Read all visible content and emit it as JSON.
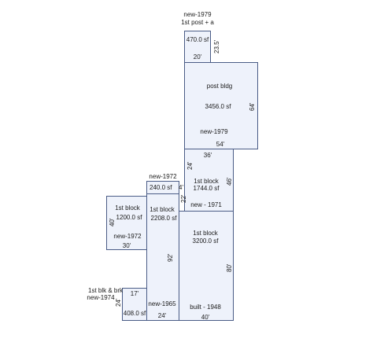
{
  "sketch": {
    "post_a": {
      "label_1": "new-1979",
      "label_2": "1st post + a",
      "area": "470.0 sf",
      "width": "20'",
      "depth": "23.5'"
    },
    "post_bldg": {
      "label_1": "post bldg",
      "area": "3456.0 sf",
      "label_2": "new-1979",
      "width": "54'",
      "depth": "64'"
    },
    "block_1971": {
      "label_1": "1st block",
      "area": "1744.0 sf",
      "label_2": "new - 1971",
      "width": "36'",
      "left_dim": "24'",
      "right_dim": "46'"
    },
    "block_1972_small": {
      "label_1": "new-1972",
      "area": "240.0 sf",
      "width": "4'",
      "depth": "22'"
    },
    "block_1972_left": {
      "label_1": "1st block",
      "area": "1200.0 sf",
      "label_2": "new-1972",
      "width": "30'",
      "depth": "40'"
    },
    "block_1965": {
      "label_1": "1st block",
      "area": "2208.0 sf",
      "label_2": "new-1965",
      "width": "24'",
      "depth": "92'"
    },
    "block_1948": {
      "label_1": "1st block",
      "area": "3200.0 sf",
      "label_2": "built - 1948",
      "width": "40'",
      "depth": "80'"
    },
    "brick_1974": {
      "label_1": "1st blk & brk",
      "label_2": "new-1974",
      "area": "408.0 sf",
      "width": "17'",
      "depth": "24'"
    }
  }
}
